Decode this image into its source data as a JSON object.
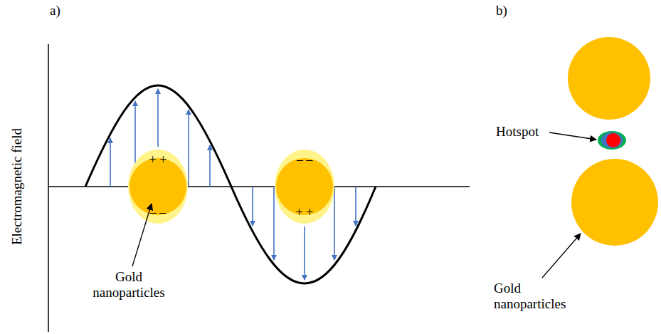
{
  "diagram": {
    "labels": [
      "a)",
      "b)",
      "Electromagnetic field",
      "+ +",
      "– –",
      "– –",
      "+ +",
      "Gold nanoparticles",
      "Hotspot",
      "Gold nanoparticles"
    ]
  }
}
